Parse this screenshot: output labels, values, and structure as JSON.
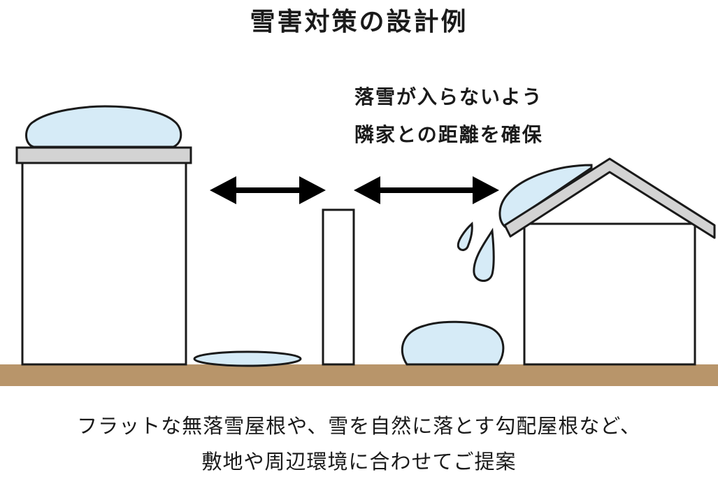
{
  "title": "雪害対策の設計例",
  "note": {
    "line1": "落雪が入らないよう",
    "line2": "隣家との距離を確保"
  },
  "caption": {
    "line1": "フラットな無落雪屋根や、雪を自然に落とす勾配屋根など、",
    "line2": "敷地や周辺環境に合わせてご提案"
  },
  "colors": {
    "snow": "#d6ebf7",
    "ground": "#b8956a",
    "roof": "#d3d3d3",
    "outline": "#1a1a1a"
  }
}
